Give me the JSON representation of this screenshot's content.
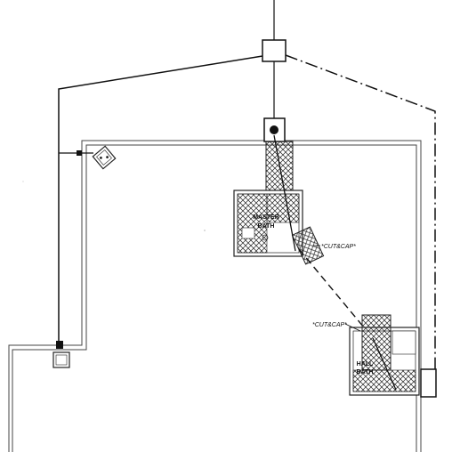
{
  "labels": {
    "master_bath_line1": "MASTER",
    "master_bath_line2": "BATH",
    "hall_bath_line1": "HALL",
    "hall_bath_line2": "BATH",
    "cut_cap_upper": "*CUT&CAP*",
    "cut_cap_lower": "*CUT&CAP*"
  }
}
